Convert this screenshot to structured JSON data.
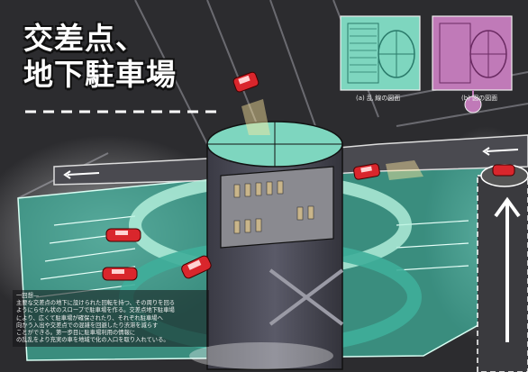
{
  "title": {
    "line1": "交差点、",
    "line2": "地下駐車場"
  },
  "captions": {
    "a": "(a) 乱 線の図面",
    "b": "(b) 図の図面"
  },
  "note": {
    "heading": "一回想—",
    "line1": "主要な交差点の地下に設けられた回転を持つ、その周りを回る",
    "line2": "ようにらせん状のスロープで駐車場を作る。交差点地下駐車場",
    "line3": "により、広くて駐車場が確保されたり、それぞれ駐車場へ",
    "line4": "向かう入出や交差点での混雑を回避したり渋滞を減らす",
    "line5": "ことができる。第一歩目に駐車場利用の情報に",
    "line6": "の乱乱をより充実の車を地域で化の入口を取り入れている。"
  },
  "colors": {
    "teal": "#3fae9a",
    "magenta": "#c07ab8",
    "car": "#d9262c",
    "road": "#3a3a3d"
  }
}
